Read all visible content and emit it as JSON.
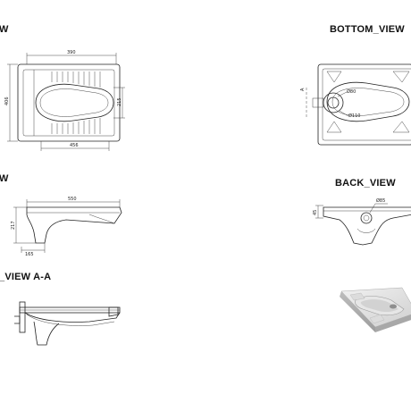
{
  "labels": {
    "top_view": "W",
    "bottom_view": "BOTTOM_VIEW",
    "side_view": "W",
    "back_view": "BACK_VIEW",
    "section_view": "_VIEW A-A"
  },
  "dimensions": {
    "top_width": "390",
    "top_inner": "456",
    "top_height": "406",
    "top_right": "215",
    "bottom_d1": "Ø80",
    "bottom_d2": "Ø110",
    "bottom_section": "A",
    "side_length": "550",
    "side_height": "217",
    "side_small": "165",
    "back_diameter": "Ø85",
    "back_height": "45"
  }
}
